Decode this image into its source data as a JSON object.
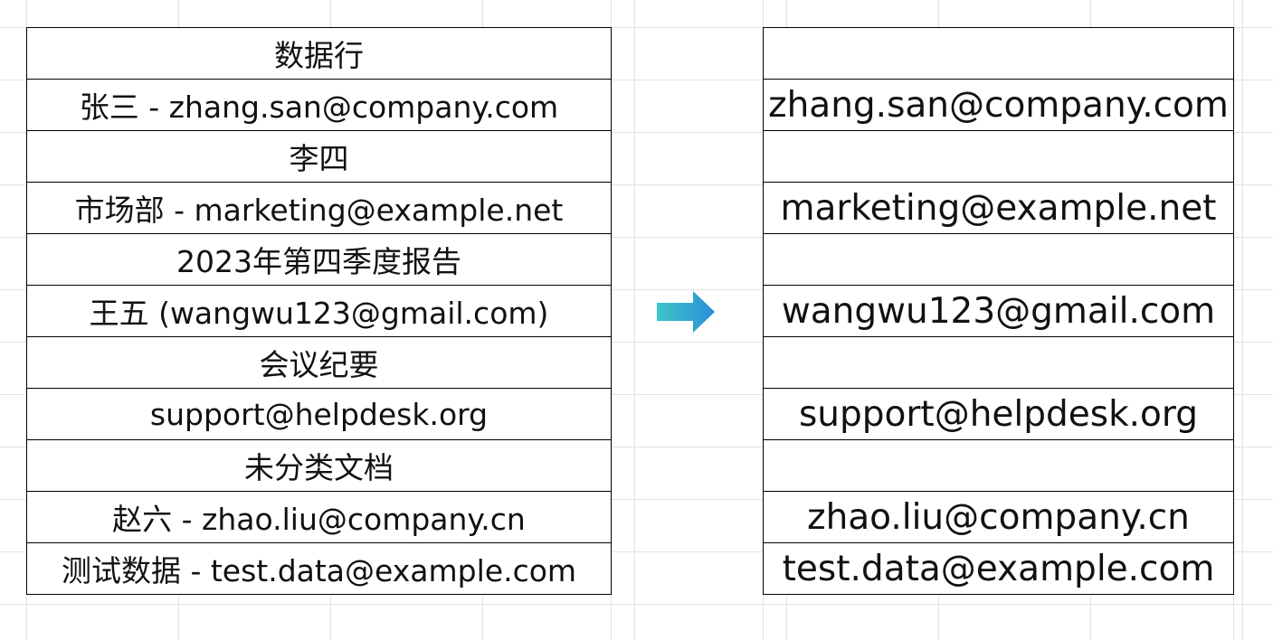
{
  "source_rows": [
    "数据行",
    "张三 - zhang.san@company.com",
    "李四",
    "市场部 - marketing@example.net",
    "2023年第四季度报告",
    "王五 (wangwu123@gmail.com)",
    "会议纪要",
    "support@helpdesk.org",
    "未分类文档",
    "赵六 - zhao.liu@company.cn",
    "测试数据 - test.data@example.com"
  ],
  "result_rows": [
    "",
    "zhang.san@company.com",
    "",
    "marketing@example.net",
    "",
    "wangwu123@gmail.com",
    "",
    "support@helpdesk.org",
    "",
    "zhao.liu@company.cn",
    "test.data@example.com"
  ],
  "arrow": {
    "icon": "right-arrow-icon",
    "color_start": "#3fc4c9",
    "color_end": "#2a8fd6"
  }
}
